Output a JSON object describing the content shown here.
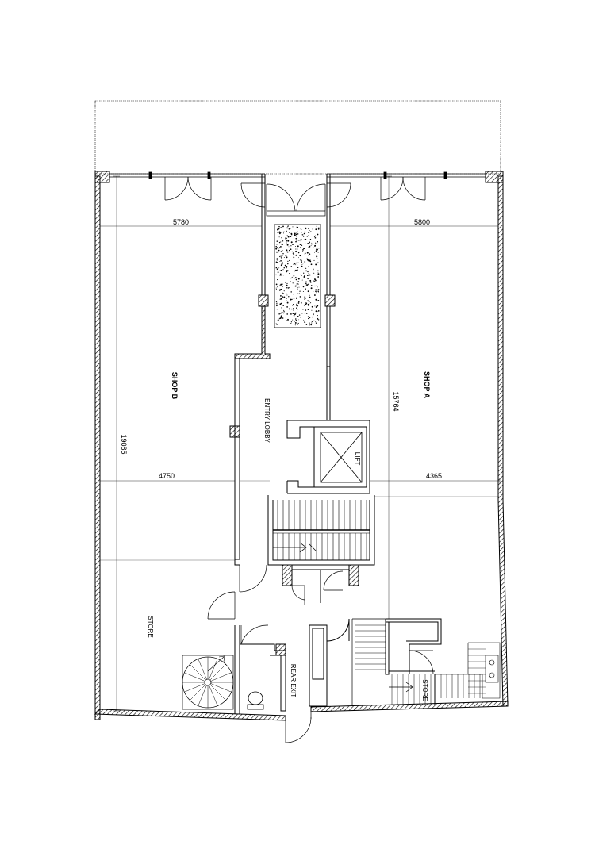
{
  "labels": {
    "shop_b": "SHOP B",
    "shop_a": "SHOP A",
    "entry_lobby": "ENTRY LOBBY",
    "lift": "LIFT",
    "store_left": "STORE",
    "rear_exit": "REAR EXIT",
    "store_right": "STORE"
  },
  "dimensions": {
    "shop_b_width_top": "5780",
    "shop_a_width_top": "5800",
    "shop_b_width_mid": "4750",
    "shop_a_width_mid": "4365",
    "shop_b_depth": "19085",
    "shop_a_depth": "15764"
  }
}
